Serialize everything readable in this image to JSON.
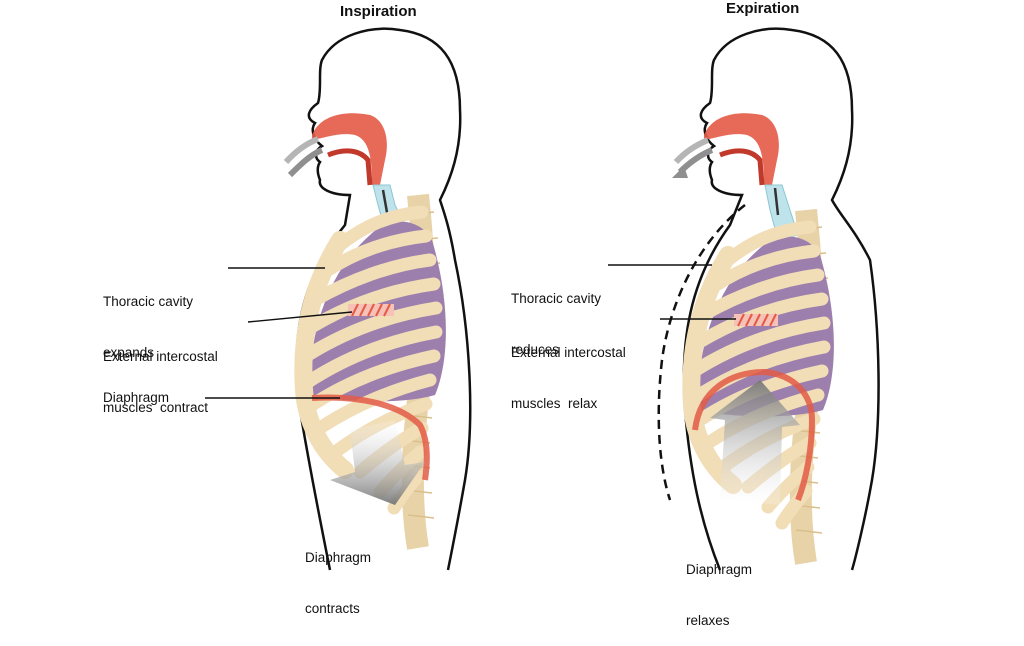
{
  "titles": {
    "inspiration": "Inspiration",
    "expiration": "Expiration"
  },
  "inspiration": {
    "thoracic_line1": "Thoracic cavity",
    "thoracic_line2": "expands",
    "intercostal_line1": "External intercostal",
    "intercostal_line2": "muscles  contract",
    "diaphragm": "Diaphragm",
    "diaphragm_action_line1": "Diaphragm",
    "diaphragm_action_line2": "contracts"
  },
  "expiration": {
    "thoracic_line1": "Thoracic cavity",
    "thoracic_line2": "reduces",
    "intercostal_line1": "External intercostal",
    "intercostal_line2": "muscles  relax",
    "diaphragm_action_line1": "Diaphragm",
    "diaphragm_action_line2": "relaxes"
  },
  "colors": {
    "rib": "#f1ddb6",
    "rib_stroke": "#d9bf8c",
    "lung": "#9d7fae",
    "airway": "#e35a45",
    "trachea": "#bfe3ea",
    "arrow": "#9a9a9a"
  }
}
